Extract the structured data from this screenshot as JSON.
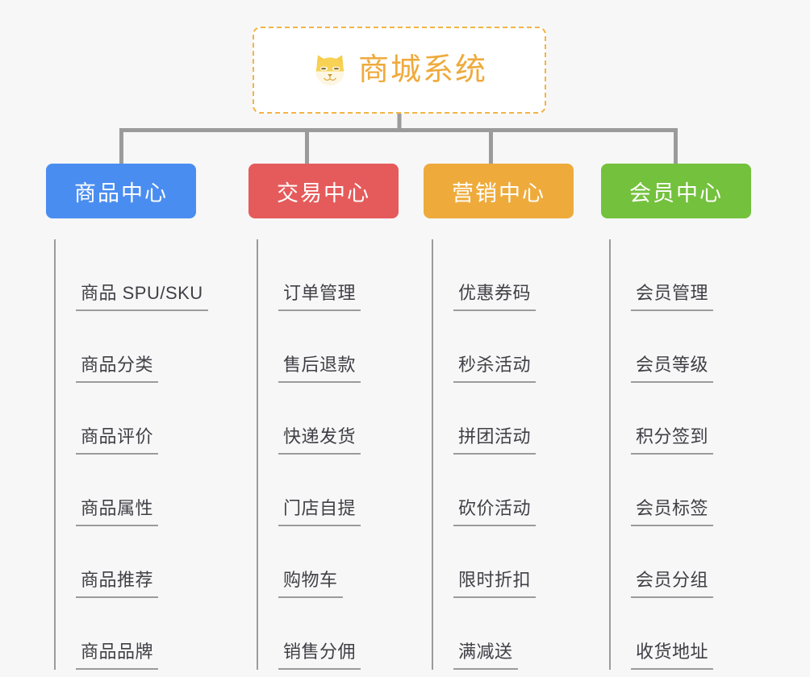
{
  "diagram": {
    "type": "org-tree",
    "background_color": "#f7f7f7",
    "root": {
      "title": "商城系统",
      "icon": "shiba-dog-face-icon",
      "text_color": "#efaa3c",
      "border_color": "#f2b544",
      "background_color": "#ffffff",
      "border_style": "dashed"
    },
    "connector_color": "#9b9b9b",
    "categories": [
      {
        "label": "商品中心",
        "color": "#4a8df0",
        "items": [
          "商品 SPU/SKU",
          "商品分类",
          "商品评价",
          "商品属性",
          "商品推荐",
          "商品品牌"
        ]
      },
      {
        "label": "交易中心",
        "color": "#e55b5b",
        "items": [
          "订单管理",
          "售后退款",
          "快递发货",
          "门店自提",
          "购物车",
          "销售分佣"
        ]
      },
      {
        "label": "营销中心",
        "color": "#eeab3c",
        "items": [
          "优惠券码",
          "秒杀活动",
          "拼团活动",
          "砍价活动",
          "限时折扣",
          "满减送"
        ]
      },
      {
        "label": "会员中心",
        "color": "#74c13d",
        "items": [
          "会员管理",
          "会员等级",
          "积分签到",
          "会员标签",
          "会员分组",
          "收货地址"
        ]
      }
    ]
  }
}
